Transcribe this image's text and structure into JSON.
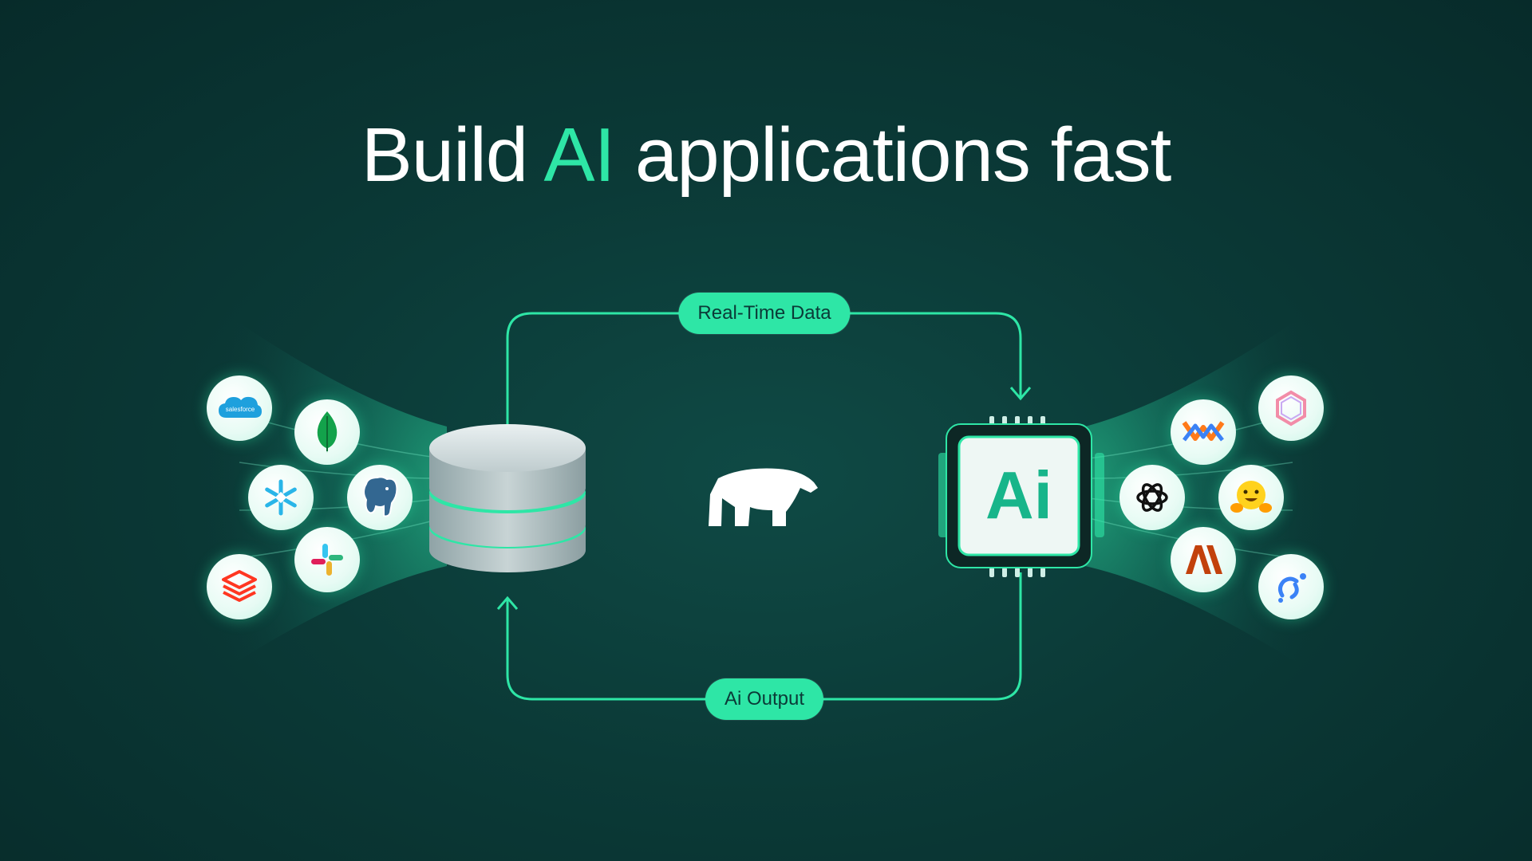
{
  "title": {
    "prefix": "Build",
    "accent": "AI",
    "suffix": "applications fast"
  },
  "flow": {
    "top_label": "Real-Time Data",
    "bottom_label": "Ai Output"
  },
  "chip": {
    "label": "Ai"
  },
  "sources": [
    {
      "name": "salesforce",
      "label": "salesforce",
      "icon": "salesforce-cloud-icon"
    },
    {
      "name": "mongodb",
      "icon": "mongodb-leaf-icon"
    },
    {
      "name": "snowflake",
      "icon": "snowflake-icon"
    },
    {
      "name": "postgresql",
      "icon": "postgres-elephant-icon"
    },
    {
      "name": "slack",
      "icon": "slack-icon"
    },
    {
      "name": "databricks",
      "icon": "databricks-stack-icon"
    }
  ],
  "models": [
    {
      "name": "perplexity-ring",
      "icon": "ring-icon"
    },
    {
      "name": "mistral",
      "icon": "mistral-icon"
    },
    {
      "name": "openai",
      "icon": "openai-knot-icon"
    },
    {
      "name": "huggingface",
      "icon": "hugging-face-icon"
    },
    {
      "name": "anthropic",
      "icon": "anthropic-icon"
    },
    {
      "name": "cohere",
      "icon": "cohere-icon"
    }
  ],
  "colors": {
    "accent": "#2ee6a6",
    "background": "#0b3a37",
    "text": "#ffffff"
  }
}
